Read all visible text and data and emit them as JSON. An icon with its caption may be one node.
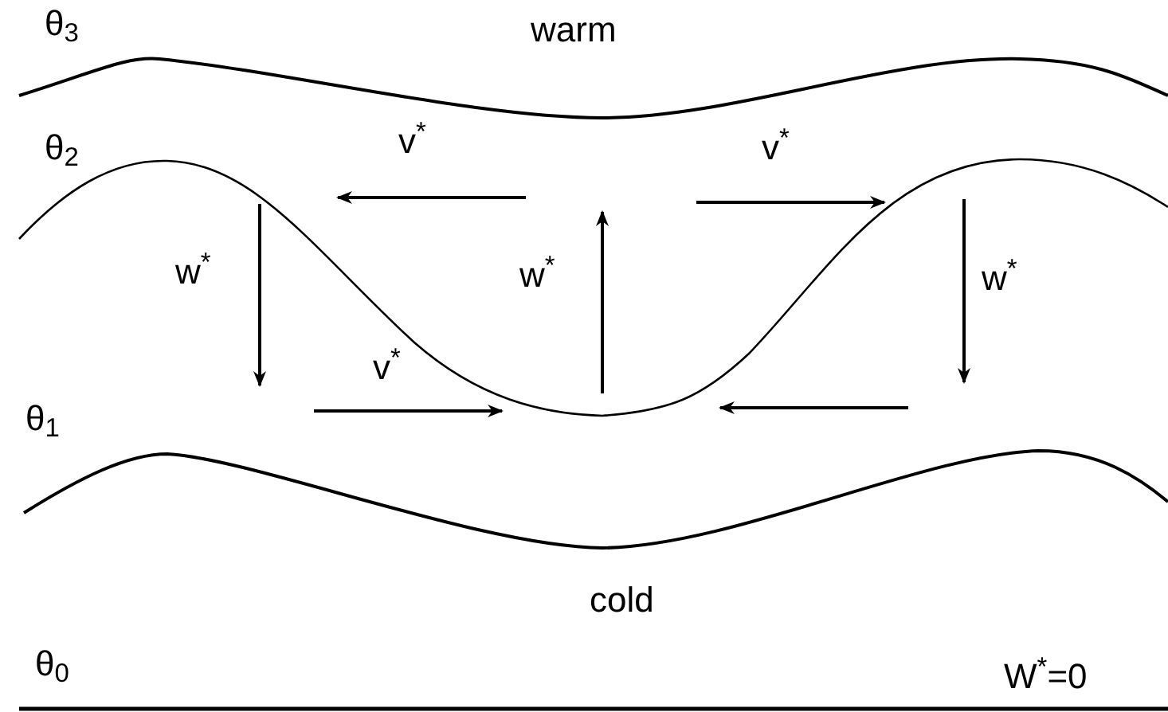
{
  "diagram": {
    "labels": [
      "θ$_{3}$",
      "warm",
      "θ$_{2}$",
      "v$^{*}$",
      "v$^{*}$",
      "w$^{*}$",
      "w$^{*}$",
      "w$^{*}$",
      "v$^{*}$",
      "θ$_{1}$",
      "cold",
      "θ$_{0}$",
      "W$^{*}$=0"
    ]
  }
}
